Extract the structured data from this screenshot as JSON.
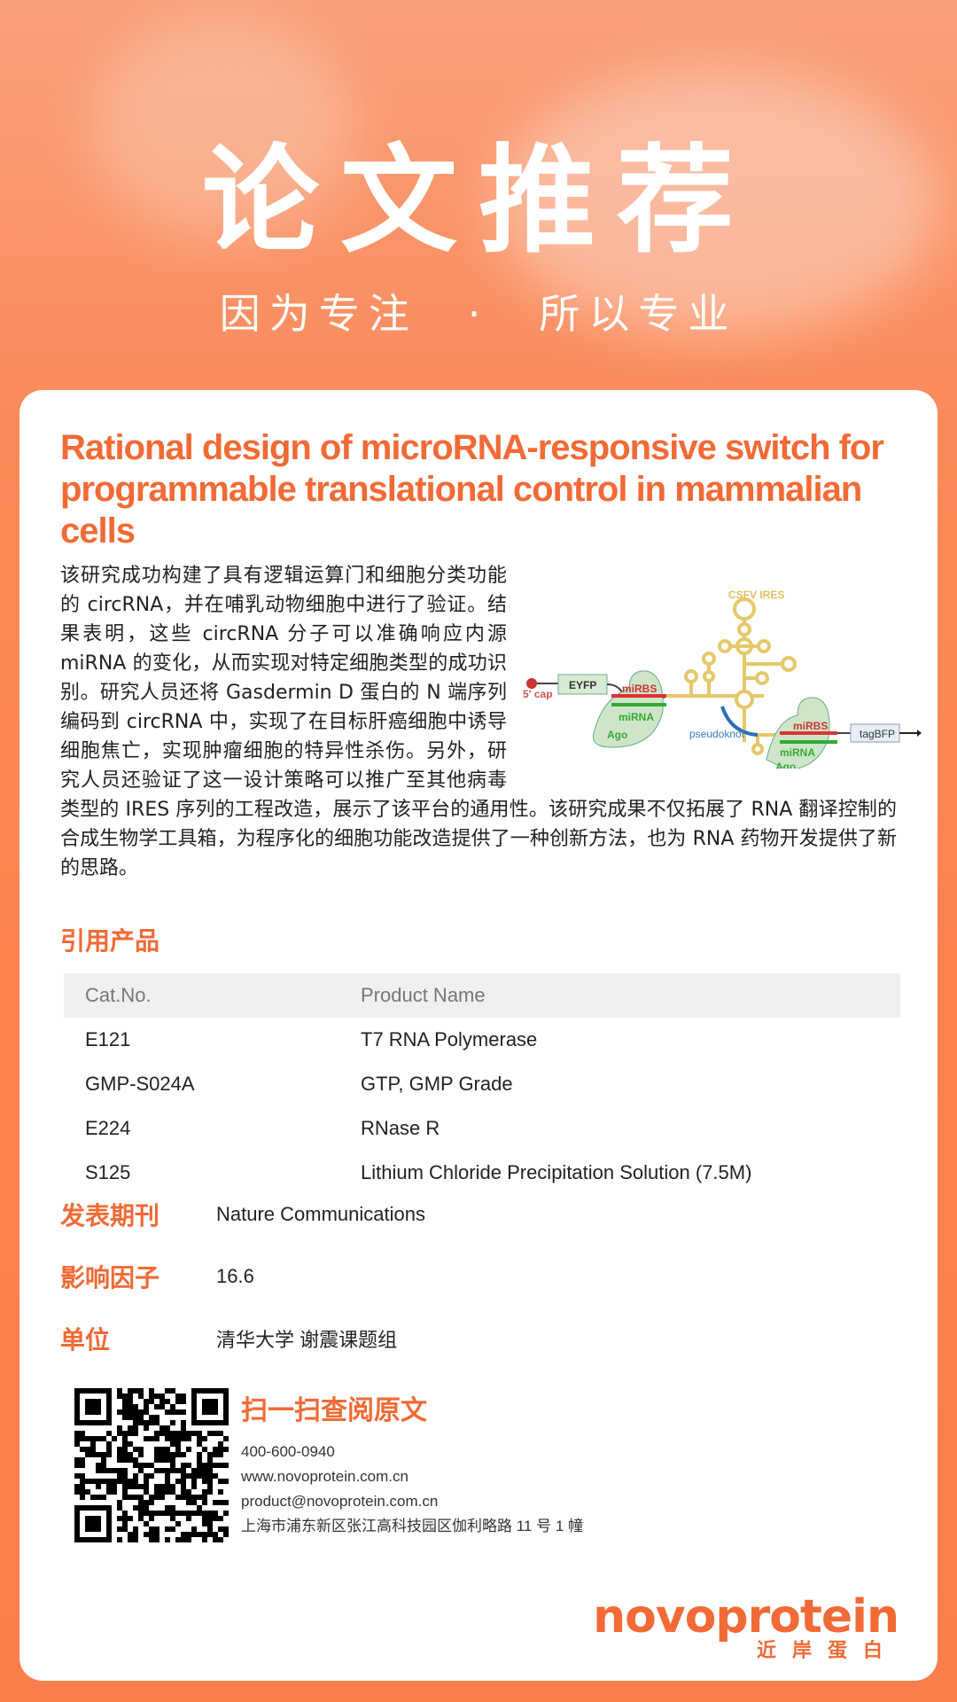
{
  "hero": {
    "title": "论文推荐",
    "sub_left": "因为专注",
    "sub_dot": "·",
    "sub_right": "所以专业"
  },
  "paper": {
    "title": "Rational design of microRNA-responsive switch for programmable translational control in mammalian cells",
    "body": "该研究成功构建了具有逻辑运算门和细胞分类功能的 circRNA，并在哺乳动物细胞中进行了验证。结果表明，这些 circRNA 分子可以准确响应内源 miRNA 的变化，从而实现对特定细胞类型的成功识别。研究人员还将 Gasdermin D 蛋白的 N 端序列编码到 circRNA 中，实现了在目标肝癌细胞中诱导细胞焦亡，实现肿瘤细胞的特异性杀伤。另外，研究人员还验证了这一设计策略可以推广至其他病毒类型的 IRES 序列的工程改造，展示了该平台的通用性。该研究成果不仅拓展了 RNA 翻译控制的合成生物学工具箱，为程序化的细胞功能改造提供了一种创新方法，也为 RNA 药物开发提供了新的思路。",
    "figure": {
      "ires": "CSFV IRES",
      "cap": "5' cap",
      "eyfp": "EYFP",
      "mirbs": "miRBS",
      "mirna": "miRNA",
      "ago": "Ago",
      "pseudoknot": "pseudoknot",
      "tagbfp": "tagBFP"
    }
  },
  "products": {
    "heading": "引用产品",
    "headers": [
      "Cat.No.",
      "Product Name"
    ],
    "rows": [
      [
        "E121",
        "T7 RNA Polymerase"
      ],
      [
        "GMP-S024A",
        "GTP, GMP Grade"
      ],
      [
        "E224",
        "RNase R"
      ],
      [
        "S125",
        "Lithium Chloride Precipitation Solution (7.5M)"
      ]
    ]
  },
  "info": {
    "journal_label": "发表期刊",
    "journal": "Nature Communications",
    "if_label": "影响因子",
    "if": "16.6",
    "unit_label": "单位",
    "unit": "清华大学 谢震课题组"
  },
  "contact": {
    "scan": "扫一扫查阅原文",
    "phone": "400-600-0940",
    "web": "www.novoprotein.com.cn",
    "email": "product@novoprotein.com.cn",
    "address": "上海市浦东新区张江高科技园区伽利略路 11 号 1 幢"
  },
  "logo": {
    "en": "novoprotein",
    "cn": "近岸蛋白"
  },
  "colors": {
    "accent": "#f26a35"
  }
}
